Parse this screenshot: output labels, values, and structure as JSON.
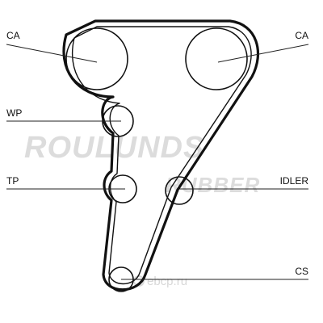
{
  "labels": {
    "ca_left": "CA",
    "ca_right": "CA",
    "wp": "WP",
    "tp": "TP",
    "idler": "IDLER",
    "cs": "CS"
  },
  "watermark": {
    "line1": "ROULUNDS",
    "line2": "RUBBER",
    "site": "ebcp.ru"
  },
  "colors": {
    "belt": "#111111",
    "line": "#222222",
    "watermark": "#d0d0d0"
  }
}
